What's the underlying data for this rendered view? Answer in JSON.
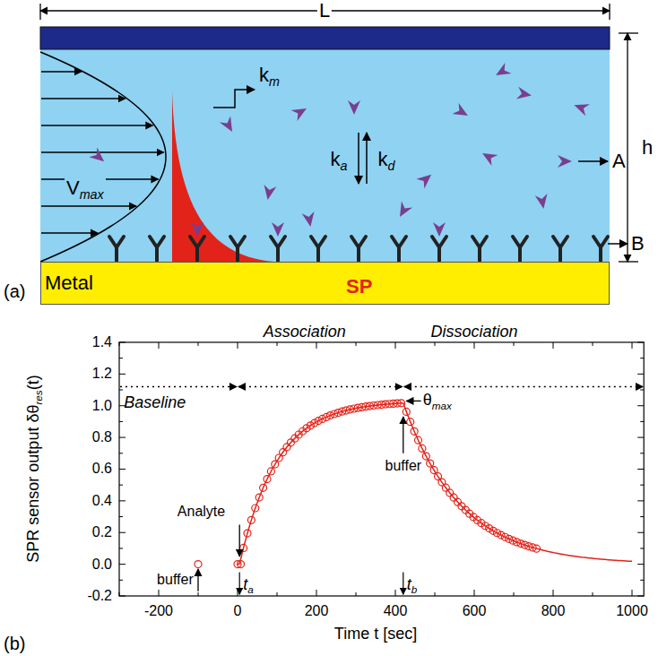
{
  "diagram": {
    "nodes": [
      {
        "text": [
          "Metal"
        ]
      }
    ],
    "labels": [
      "L",
      "h",
      "k",
      "m",
      "V",
      "max",
      "k",
      "a",
      "k",
      "d",
      "A",
      "B",
      "SP",
      "(a)",
      "SPR sensor output δθ",
      "res",
      "(t)",
      "Time t [sec]",
      "1.4",
      "1.2",
      "1.0",
      "0.8",
      "0.6",
      "0.4",
      "0.2",
      "0.0",
      "-0.2",
      "-200",
      "0",
      "200",
      "400",
      "600",
      "800",
      "1000",
      "Baseline",
      "Association",
      "Dissociation",
      "θ",
      "max",
      "buffer",
      "buffer",
      "Analyte",
      "t",
      "a",
      "t",
      "b",
      "(b)"
    ]
  }
}
